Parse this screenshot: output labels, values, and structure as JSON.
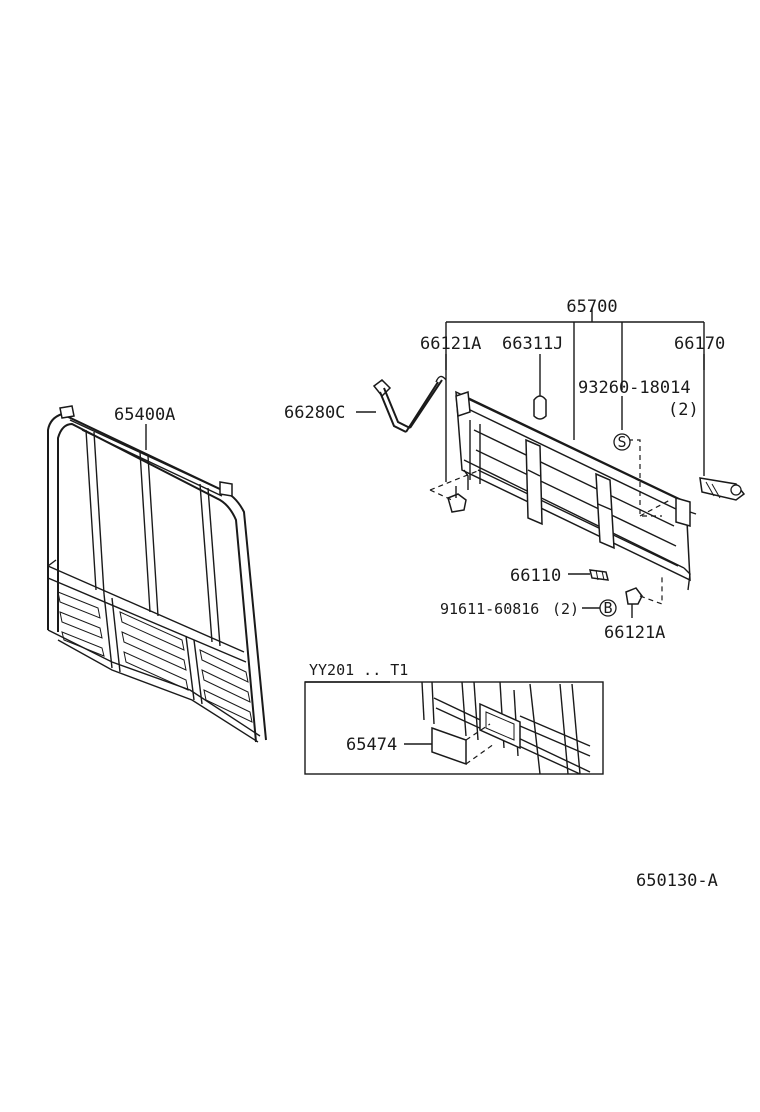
{
  "parts": {
    "p65700": "65700",
    "p66121A_top": "66121A",
    "p66311J": "66311J",
    "p66170": "66170",
    "p93260": "93260-18014",
    "p93260_qty": "(2)",
    "p66280C": "66280C",
    "p65400A": "65400A",
    "p66110": "66110",
    "p91611": "91611-60816",
    "p91611_qty": "(2)",
    "p66121A_bottom": "66121A",
    "p65474": "65474"
  },
  "markers": {
    "s_marker": "S",
    "b_marker": "B"
  },
  "inset": {
    "title": "YY201 .. T1"
  },
  "diagram_code": "650130-A"
}
